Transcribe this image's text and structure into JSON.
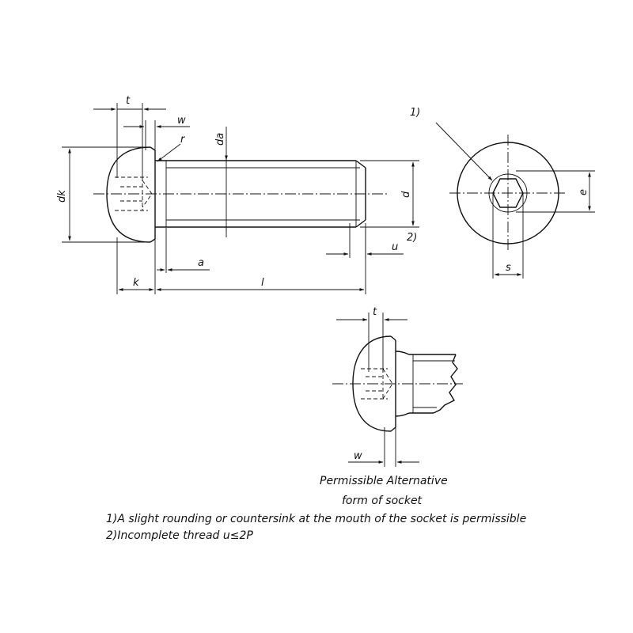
{
  "labels": {
    "t": "t",
    "w": "w",
    "r": "r",
    "da": "da",
    "dk": "dk",
    "d": "d",
    "u": "u",
    "a": "a",
    "k": "k",
    "l": "l",
    "note_ref_1": "1)",
    "note_ref_2": "2)",
    "e": "e",
    "s": "s",
    "alt_t": "t",
    "alt_w": "w"
  },
  "alt_caption": {
    "line1": "Permissible Alternative",
    "line2": "form of socket"
  },
  "notes": {
    "note1": "1)A slight rounding or countersink at the mouth of the socket is permissible",
    "note2": "2)Incomplete thread u≤2P"
  }
}
